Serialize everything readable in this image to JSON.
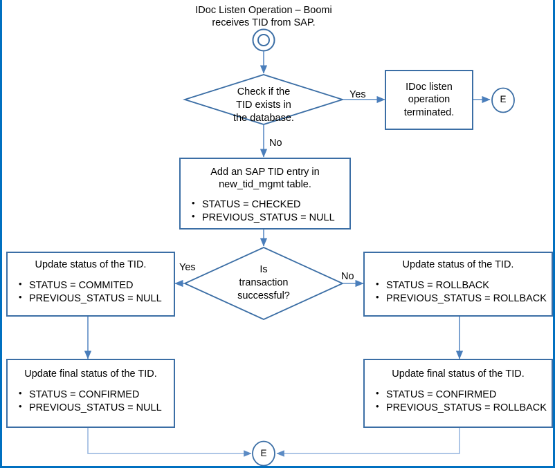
{
  "diagram": {
    "title": "IDoc Listen Operation – Boomi receives TID from SAP.",
    "colors": {
      "page_border": "#0070c0",
      "node_border": "#3b6ea5",
      "connector_line": "#4a7ebb",
      "light_line": "#93b3dd",
      "node_fill": "#ffffff",
      "text": "#000000"
    },
    "start_node": {
      "shape": "double-circle",
      "label": ""
    },
    "decision_check": {
      "lines": [
        "Check if the",
        "TID exists in",
        "the database."
      ],
      "yes_label": "Yes",
      "no_label": "No"
    },
    "terminated_box": {
      "lines": [
        "IDoc listen",
        "operation",
        "terminated."
      ]
    },
    "connector_top_right": {
      "label": "E"
    },
    "add_entry_box": {
      "title_lines": [
        "Add an SAP TID entry in",
        "new_tid_mgmt table."
      ],
      "bullets": [
        "STATUS = CHECKED",
        "PREVIOUS_STATUS = NULL"
      ]
    },
    "decision_transaction": {
      "lines": [
        "Is",
        "transaction",
        "successful?"
      ],
      "yes_label": "Yes",
      "no_label": "No"
    },
    "update_left_box": {
      "title": "Update status of the TID.",
      "bullets": [
        "STATUS = COMMITED",
        "PREVIOUS_STATUS = NULL"
      ]
    },
    "update_right_box": {
      "title": "Update status of the TID.",
      "bullets": [
        "STATUS = ROLLBACK",
        "PREVIOUS_STATUS = ROLLBACK"
      ]
    },
    "final_left_box": {
      "title": "Update final status of the TID.",
      "bullets": [
        "STATUS = CONFIRMED",
        "PREVIOUS_STATUS = NULL"
      ]
    },
    "final_right_box": {
      "title": "Update final status of the TID.",
      "bullets": [
        "STATUS = CONFIRMED",
        "PREVIOUS_STATUS = ROLLBACK"
      ]
    },
    "connector_bottom": {
      "label": "E"
    }
  }
}
